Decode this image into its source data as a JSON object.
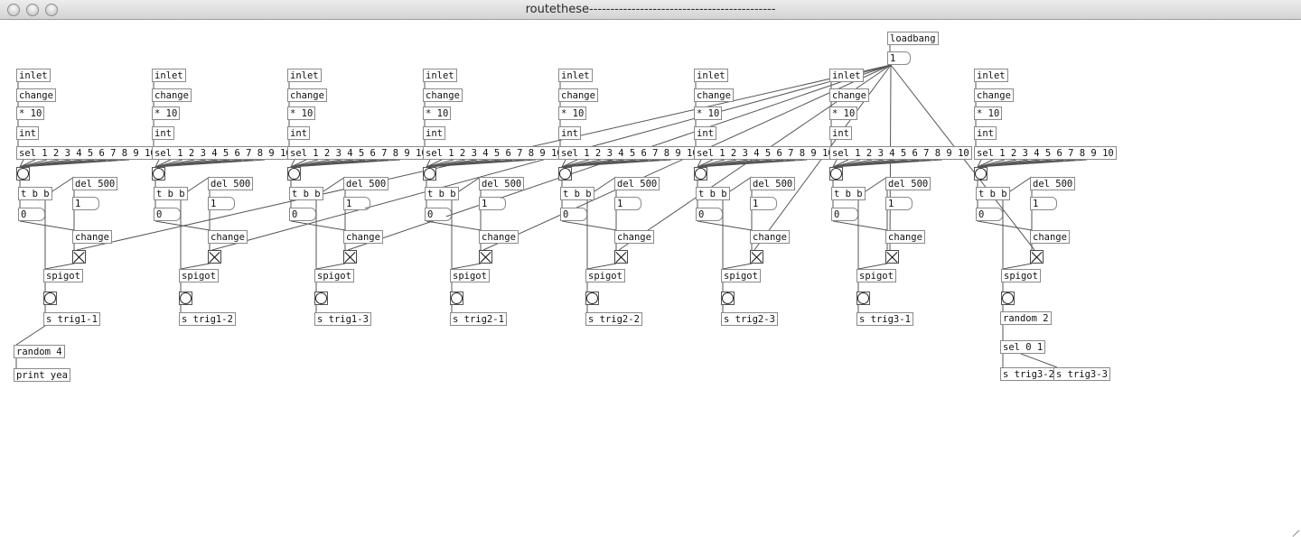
{
  "window": {
    "title": "routethese--------------------------------------------"
  },
  "loader": {
    "loadbang": "loadbang",
    "message": "1"
  },
  "column_labels": {
    "inlet": "inlet",
    "change": "change",
    "multiply": "* 10",
    "int": "int",
    "select": "sel 1 2 3 4 5 6 7 8 9 10",
    "trigger": "t b b",
    "delay": "del 500",
    "zero_msg": "0",
    "one_msg": "1",
    "spigot": "spigot"
  },
  "sends": [
    "s trig1-1",
    "s trig1-2",
    "s trig1-3",
    "s trig2-1",
    "s trig2-2",
    "s trig2-3",
    "s trig3-1"
  ],
  "extra": {
    "random4": "random 4",
    "print": "print yea",
    "random2": "random 2",
    "sel01": "sel 0 1",
    "send_a": "s trig3-2",
    "send_b": "s trig3-3"
  }
}
